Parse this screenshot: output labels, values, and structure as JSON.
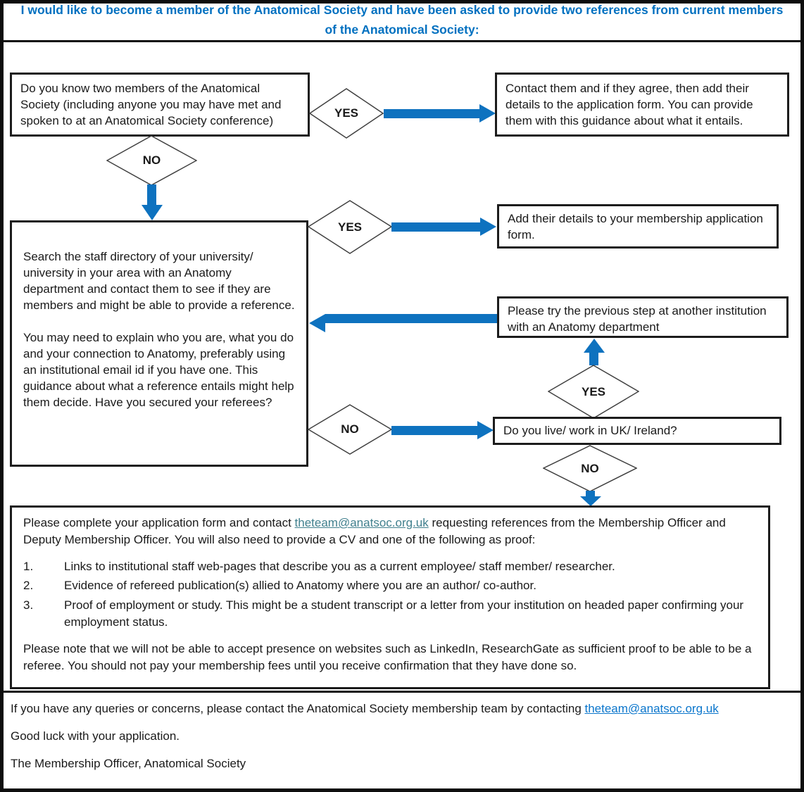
{
  "title": "I would like to become a member of the Anatomical Society and have been asked to provide two references from current members of the Anatomical Society:",
  "labels": {
    "yes1": "YES",
    "no1": "NO",
    "yes2": "YES",
    "yes3": "YES",
    "no2": "NO",
    "no3": "NO"
  },
  "nodes": {
    "know_members": "Do you know two members of the Anatomical Society (including anyone you may have met and spoken to at an Anatomical Society conference)",
    "contact_them": "Contact them and if they agree, then add their details to the application form. You can provide them with this guidance about what it entails.",
    "search_p1": "Search the staff directory of your university/ university in your area with an Anatomy department and contact them to see if they are members and might be able to provide a reference.",
    "search_p2": "You may need to explain who you are, what you do and your connection to Anatomy, preferably using an institutional email id if you have one. This guidance about what a reference entails might help them decide. Have you secured your referees?",
    "add_details": "Add their details to your membership application form.",
    "previous_step": "Please try the previous step at another institution with an Anatomy department",
    "uk_ireland": "Do you live/ work in UK/ Ireland?",
    "proof": {
      "p1_before": "Please complete your application form and contact ",
      "email_link": "theteam@anatsoc.org.uk",
      "p1_after": " requesting references from the Membership Officer and Deputy Membership Officer. You will also need to provide a CV and one of the following as proof:",
      "items": [
        {
          "num": "1.",
          "text": "Links to institutional staff web-pages that describe you as a current employee/ staff member/ researcher."
        },
        {
          "num": "2.",
          "text": "Evidence of refereed publication(s) allied to Anatomy where you are an author/ co-author."
        },
        {
          "num": "3.",
          "text": "Proof of employment or study. This might be a student transcript or a letter from your institution on headed paper confirming your employment status."
        }
      ],
      "p2": "Please note that we will not be able to accept presence on websites such as LinkedIn, ResearchGate as sufficient proof to be able to be a referee. You should not pay your membership fees until you receive confirmation that they have done so."
    }
  },
  "footer": {
    "queries_before": "If you have any queries or concerns, please contact the Anatomical Society membership team by contacting ",
    "email_link": "theteam@anatsoc.org.uk",
    "good_luck": "Good luck with your application.",
    "signature": "The Membership Officer, Anatomical Society"
  },
  "colors": {
    "arrow_blue": "#0e72bf",
    "title_blue": "#0070c0",
    "proof_link": "#41808e",
    "footer_link": "#0b76cc"
  }
}
